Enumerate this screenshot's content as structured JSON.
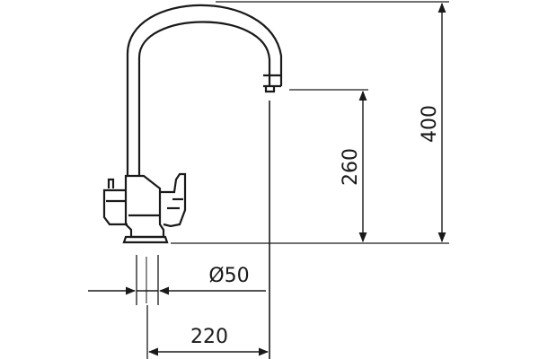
{
  "drawing": {
    "dimensions": {
      "total_height": "400",
      "spout_height": "260",
      "base_diameter": "Ø50",
      "spout_reach": "220"
    }
  }
}
